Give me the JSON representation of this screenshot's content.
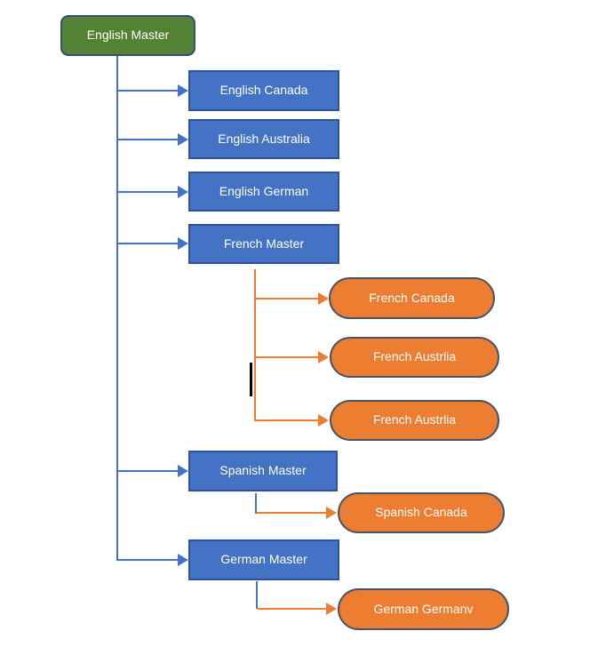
{
  "diagram": {
    "colors": {
      "green_fill": "#548235",
      "green_border": "#35506E",
      "blue_fill": "#4472C4",
      "blue_border": "#2F5496",
      "orange_fill": "#ED7D31",
      "pill_border": "#44546A",
      "text": "#FFFFFF",
      "caret": "#000000"
    },
    "root": {
      "label": "English Master",
      "shape": "rounded-rectangle",
      "color": "green"
    },
    "level1": [
      {
        "label": "English Canada",
        "shape": "rectangle",
        "color": "blue"
      },
      {
        "label": "English Australia",
        "shape": "rectangle",
        "color": "blue"
      },
      {
        "label": "English German",
        "shape": "rectangle",
        "color": "blue"
      },
      {
        "label": "French Master",
        "shape": "rectangle",
        "color": "blue"
      },
      {
        "label": "Spanish Master",
        "shape": "rectangle",
        "color": "blue"
      },
      {
        "label": "German Master",
        "shape": "rectangle",
        "color": "blue"
      }
    ],
    "french_children": [
      {
        "label": "French Canada",
        "shape": "pill",
        "color": "orange"
      },
      {
        "label": "French Austrlia",
        "shape": "pill",
        "color": "orange"
      },
      {
        "label": "French Austrlia",
        "shape": "pill",
        "color": "orange"
      }
    ],
    "spanish_children": [
      {
        "label": "Spanish Canada",
        "shape": "pill",
        "color": "orange"
      }
    ],
    "german_children": [
      {
        "label": "German Germanv",
        "shape": "pill",
        "color": "orange"
      }
    ]
  }
}
